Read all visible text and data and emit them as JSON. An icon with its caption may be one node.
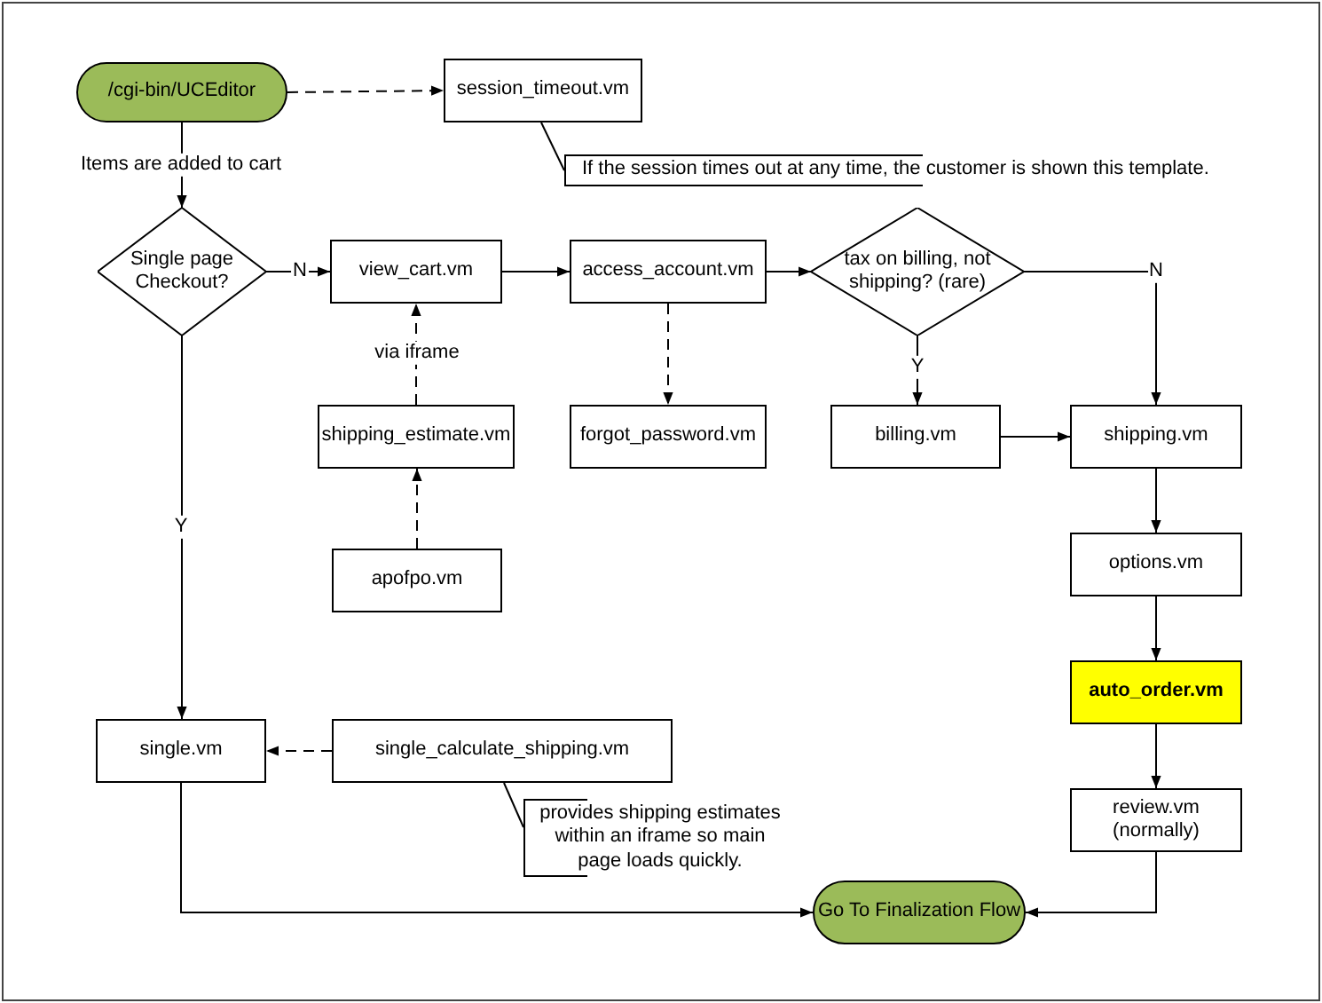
{
  "diagram": {
    "nodes": [
      {
        "text": [
          "/cgi-bin/UCEditor"
        ]
      },
      {
        "text": [
          "session_timeout.vm"
        ]
      },
      {
        "text": [
          "If the session times out at any time, the customer is shown this template."
        ]
      },
      {
        "text": [
          "Single page Checkout?"
        ]
      },
      {
        "text": [
          "view_cart.vm"
        ]
      },
      {
        "text": [
          "access_account.vm"
        ]
      },
      {
        "text": [
          "tax on billing, not shipping? (rare)"
        ]
      },
      {
        "text": [
          "shipping_estimate.vm"
        ]
      },
      {
        "text": [
          "forgot_password.vm"
        ]
      },
      {
        "text": [
          "billing.vm"
        ]
      },
      {
        "text": [
          "shipping.vm"
        ]
      },
      {
        "text": [
          "apofpo.vm"
        ]
      },
      {
        "text": [
          "options.vm"
        ]
      },
      {
        "text": [
          "auto_order.vm"
        ]
      },
      {
        "text": [
          "single.vm"
        ]
      },
      {
        "text": [
          "single_calculate_shipping.vm"
        ]
      },
      {
        "text": [
          "provides shipping estimates within an iframe so main page loads quickly."
        ]
      },
      {
        "text": [
          "review.vm (normally)"
        ]
      },
      {
        "text": [
          "Go To Finalization Flow"
        ]
      }
    ],
    "edges": [
      {
        "from": 0,
        "to": 1,
        "arrow": "to",
        "style": "dashed"
      },
      {
        "from": 1,
        "to": 2,
        "arrow": "none"
      },
      {
        "from": 0,
        "to": 3,
        "arrow": "to",
        "label": "Items are added to cart"
      },
      {
        "from": 3,
        "to": 4,
        "arrow": "to",
        "label": "N"
      },
      {
        "from": 4,
        "to": 5,
        "arrow": "to"
      },
      {
        "from": 5,
        "to": 6,
        "arrow": "to"
      },
      {
        "from": 6,
        "to": 10,
        "arrow": "to",
        "label": "N"
      },
      {
        "from": 7,
        "to": 4,
        "arrow": "to",
        "style": "dashed",
        "label": "via iframe"
      },
      {
        "from": 5,
        "to": 8,
        "arrow": "to",
        "style": "dashed"
      },
      {
        "from": 6,
        "to": 9,
        "arrow": "to",
        "label": "Y"
      },
      {
        "from": 9,
        "to": 10,
        "arrow": "to"
      },
      {
        "from": 11,
        "to": 7,
        "arrow": "to",
        "style": "dashed"
      },
      {
        "from": 3,
        "to": 14,
        "arrow": "to",
        "label": "Y"
      },
      {
        "from": 10,
        "to": 12,
        "arrow": "to"
      },
      {
        "from": 12,
        "to": 13,
        "arrow": "to"
      },
      {
        "from": 15,
        "to": 14,
        "arrow": "to",
        "style": "dashed"
      },
      {
        "from": 15,
        "to": 16,
        "arrow": "none"
      },
      {
        "from": 13,
        "to": 17,
        "arrow": "to"
      },
      {
        "from": 14,
        "to": 18,
        "arrow": "to"
      },
      {
        "from": 17,
        "to": 18,
        "arrow": "to"
      }
    ]
  }
}
